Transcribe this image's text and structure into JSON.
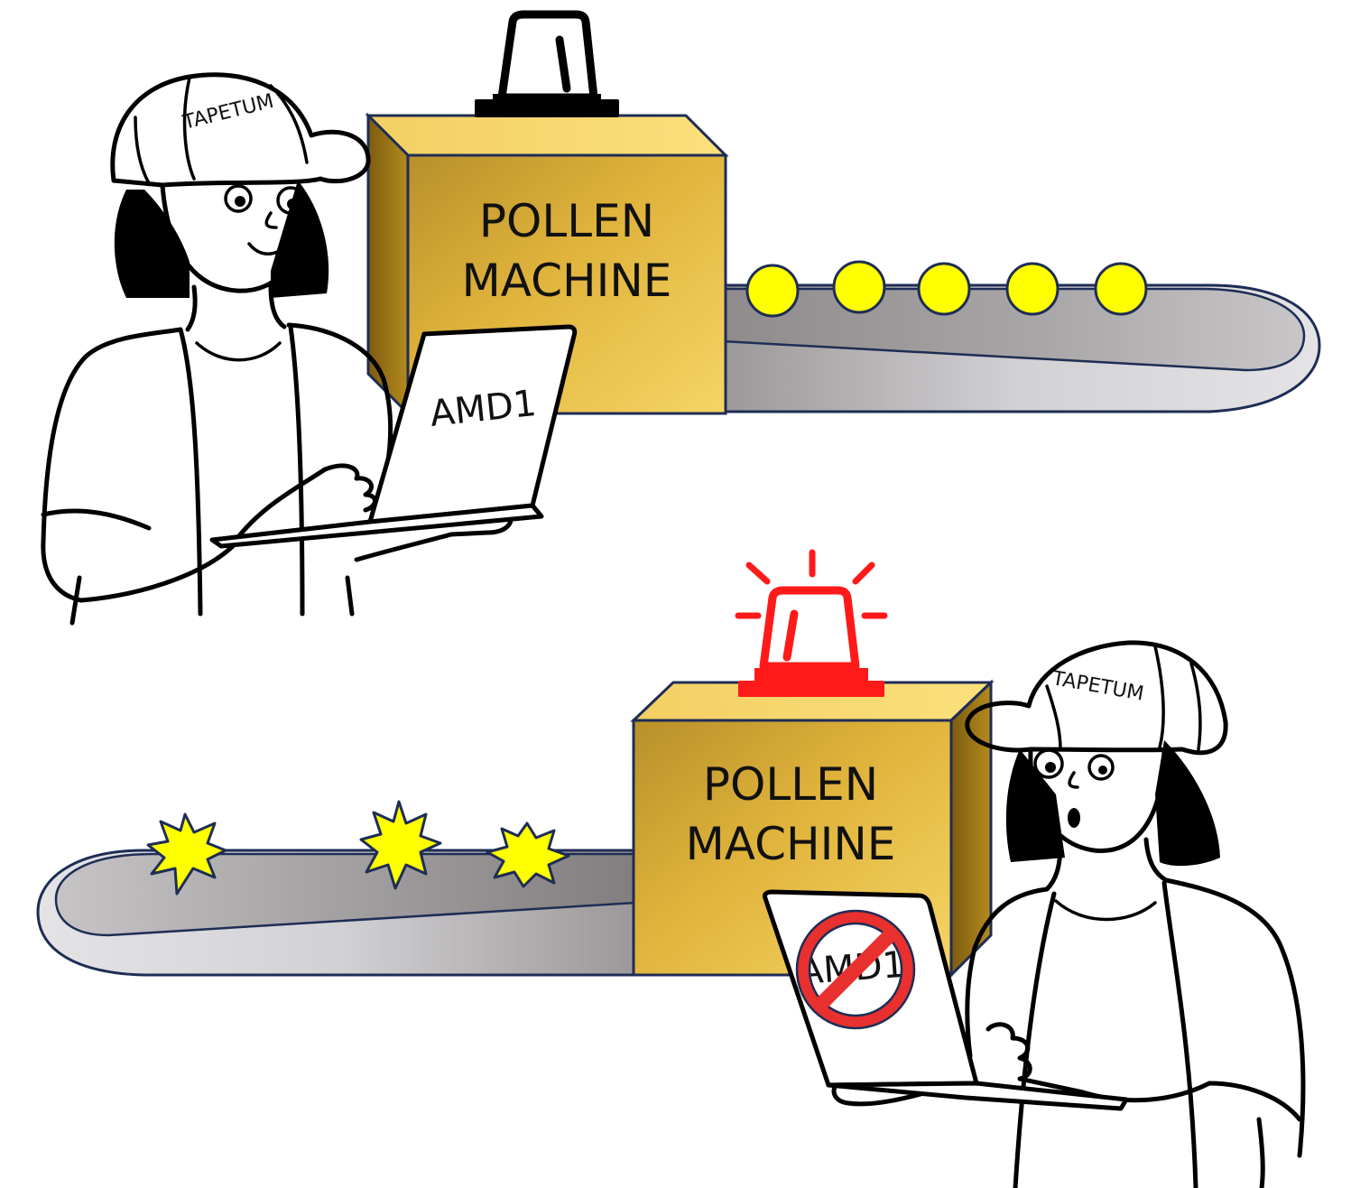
{
  "scene_top": {
    "machine": {
      "line1": "POLLEN",
      "line2": "MACHINE"
    },
    "cap_text": "TAPETUM",
    "laptop_text": "AMD1",
    "beacon_state": "off",
    "pollen_output": "normal-pollen",
    "pollen_count": 5
  },
  "scene_bottom": {
    "machine": {
      "line1": "POLLEN",
      "line2": "MACHINE"
    },
    "cap_text": "TAPETUM",
    "laptop_text": "AMD1",
    "beacon_state": "alarm",
    "pollen_output": "burst-pollen",
    "pollen_count": 3
  },
  "icons": {
    "prohibition": "no-symbol-icon",
    "beacon": "beacon-icon"
  },
  "colors": {
    "machine_light": "#f8d86c",
    "machine_dark": "#b48a1e",
    "machine_outline": "#1e2d55",
    "belt_light": "#d6d5d8",
    "belt_dark": "#8c8889",
    "pollen_yellow": "#ffff00",
    "alarm_red": "#ff1a1a",
    "prohibition_red": "#e8302f"
  }
}
